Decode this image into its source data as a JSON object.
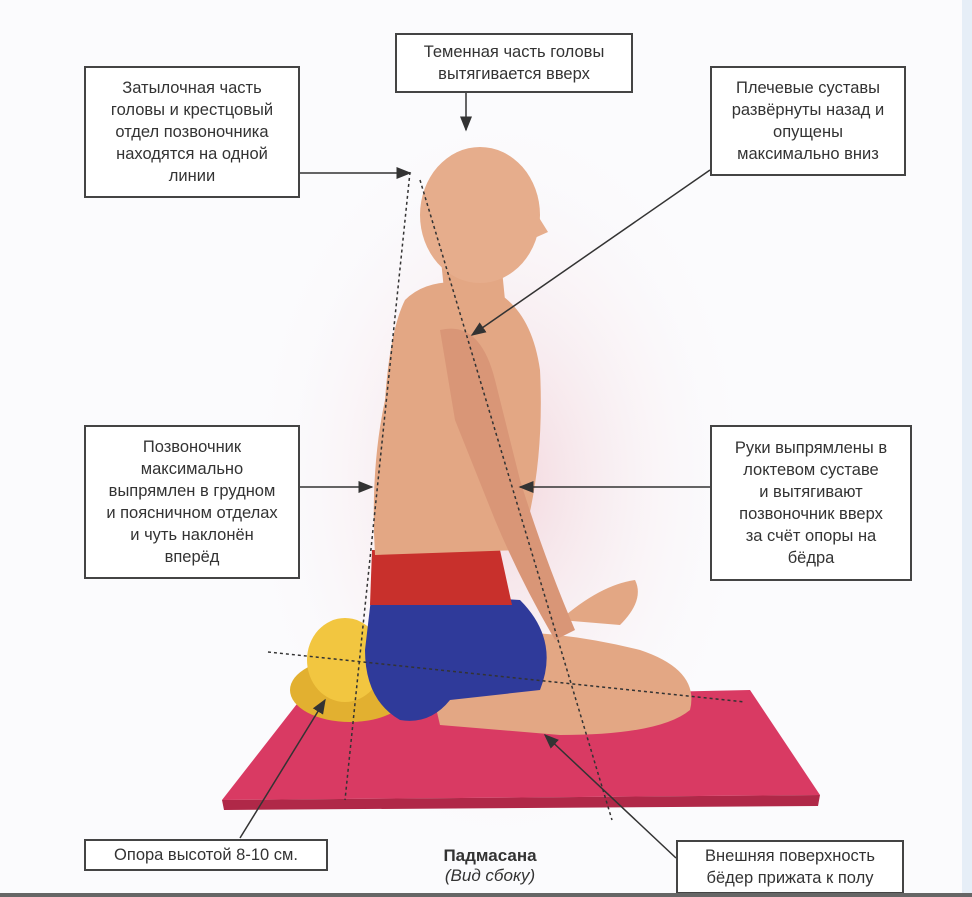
{
  "labels": {
    "crown": [
      "Теменная часть головы",
      "вытягивается вверх"
    ],
    "occiput": [
      "Затылочная часть",
      "головы и крестцовый",
      "отдел позвоночника",
      "находятся на одной",
      "линии"
    ],
    "shoulders": [
      "Плечевые суставы",
      "развёрнуты назад и",
      "опущены",
      "максимально вниз"
    ],
    "spine": [
      "Позвоночник",
      "максимально",
      "выпрямлен в грудном",
      "и поясничном отделах",
      "и чуть наклонён",
      "вперёд"
    ],
    "arms": [
      "Руки выпрямлены в",
      "локтевом суставе",
      "и вытягивают",
      "позвоночник вверх",
      "за счёт опоры на",
      "бёдра"
    ],
    "support": [
      "Опора высотой 8-10 см."
    ],
    "thighs": [
      "Внешняя поверхность",
      "бёдер прижата к полу"
    ]
  },
  "caption": {
    "title": "Падмасана",
    "subtitle": "(Вид сбоку)"
  },
  "colors": {
    "mat": "#d93a63",
    "cushion": "#f2c640",
    "shorts": "#2f3a9a",
    "sash": "#c8302c",
    "skin": "#e3a784"
  }
}
